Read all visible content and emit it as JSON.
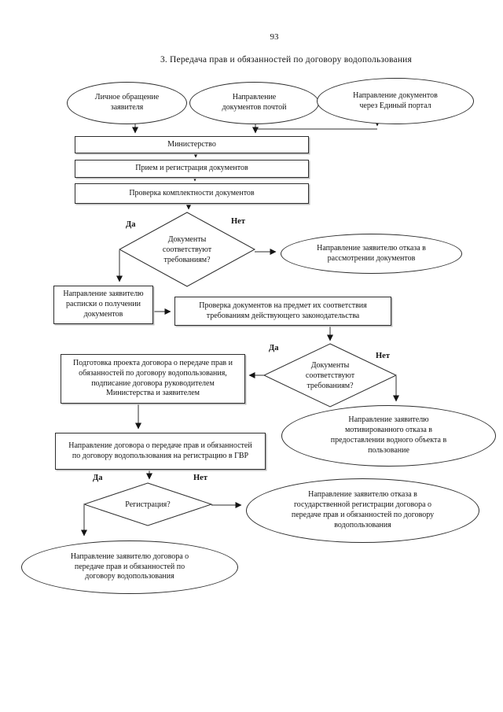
{
  "page": {
    "number": "93",
    "title": "3. Передача прав и обязанностей по договору водопользования"
  },
  "flow": {
    "inputs": [
      {
        "label": "Личное обращение заявителя"
      },
      {
        "label": "Направление документов почтой"
      },
      {
        "label": "Направление документов через Единый портал"
      }
    ],
    "ministry": "Министерство",
    "reception": "Прием и регистрация документов",
    "completeness_check": "Проверка комплектности документов",
    "decision_docs_1": "Документы соответствуют требованиям?",
    "refusal_review": "Направление заявителю отказа в рассмотрении документов",
    "receipt": "Направление заявителю расписки о получении документов",
    "law_check": "Проверка документов на предмет их соответствия требованиям действующего законодательства",
    "decision_docs_2": "Документы соответствуют требованиям?",
    "draft_contract": "Подготовка проекта договора о передаче прав и обязанностей по договору водопользования, подписание договора руководителем Министерства и заявителем",
    "motivated_refusal": "Направление заявителю мотивированного отказа в предоставлении водного объекта в пользование",
    "send_to_gvr": "Направление договора о передаче прав и обязанностей по договору водопользования на регистрацию в ГВР",
    "decision_registration": "Регистрация?",
    "registration_refusal": "Направление заявителю отказа в государственной регистрации договора о передаче прав и обязанностей по договору водопользования",
    "contract_delivery": "Направление заявителю договора о передаче прав и обязанностей по договору водопользования",
    "yes": "Да",
    "no": "Нет",
    "line_color": "#2e2e2e"
  }
}
